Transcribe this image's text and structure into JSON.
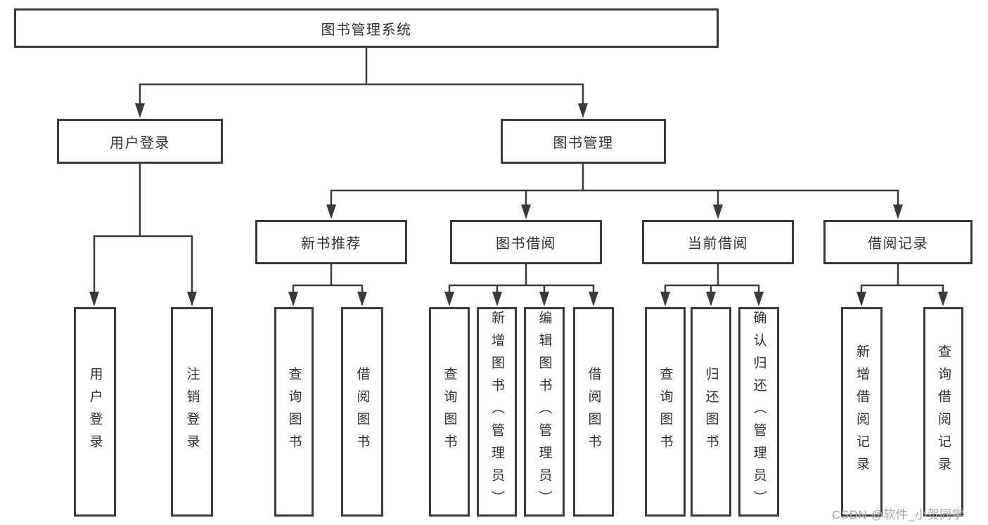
{
  "colors": {
    "line": "#3a3a3a",
    "box_border": "#3a3a3a",
    "text": "#303030",
    "watermark": "#a8a8a8",
    "background": "#ffffff"
  },
  "watermark": "CSDN @软件_小贺同学",
  "tree": {
    "root": "图书管理系统",
    "branches": [
      {
        "label": "用户登录",
        "children": [
          "用户登录",
          "注销登录"
        ]
      },
      {
        "label": "图书管理",
        "children": [
          {
            "label": "新书推荐",
            "children": [
              "查询图书",
              "借阅图书"
            ]
          },
          {
            "label": "图书借阅",
            "children": [
              "查询图书",
              "新增图书（管理员）",
              "编辑图书（管理员）",
              "借阅图书"
            ]
          },
          {
            "label": "当前借阅",
            "children": [
              "查询图书",
              "归还图书",
              "确认归还（管理员）"
            ]
          },
          {
            "label": "借阅记录",
            "children": [
              "新增借阅记录",
              "查询借阅记录"
            ]
          }
        ]
      }
    ]
  }
}
